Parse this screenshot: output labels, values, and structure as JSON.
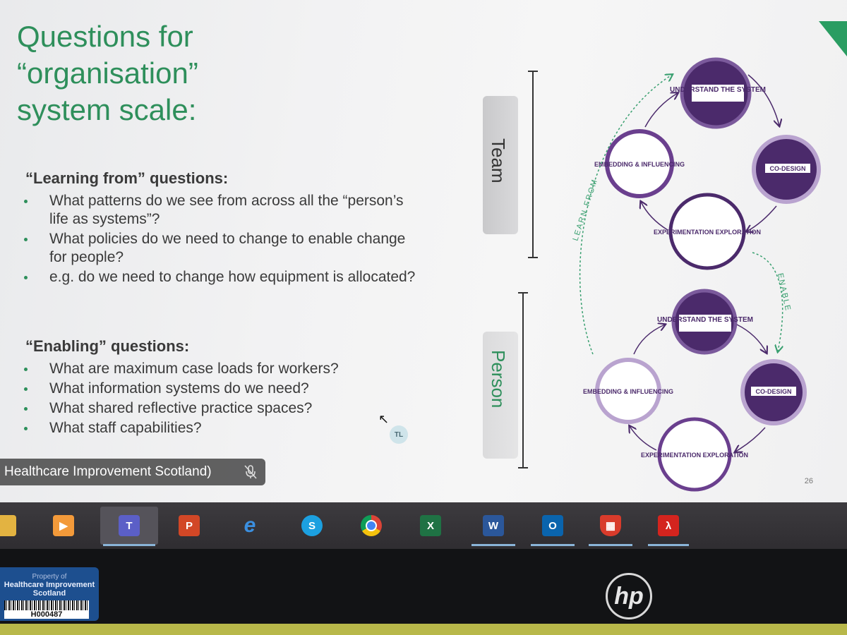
{
  "slide": {
    "title_lines": [
      "Questions for",
      "“organisation”",
      "system scale:"
    ],
    "learning_heading": "“Learning from” questions:",
    "learning_items": [
      "What patterns do we see from across all the “person’s life as systems”?",
      "What policies do we need to change to enable change for people?",
      "e.g. do we need to change how equipment is allocated?"
    ],
    "enabling_heading": "“Enabling” questions:",
    "enabling_items": [
      "What are maximum case loads for workers?",
      "What information systems do we need?",
      "What shared reflective practice spaces?",
      "What staff capabilities?"
    ],
    "scale_team": "Team",
    "scale_person": "Person",
    "slide_number": "26"
  },
  "diagram": {
    "nodes": [
      "UNDERSTAND THE SYSTEM",
      "CO-DESIGN",
      "EXPERIMENTATION EXPLORATION",
      "EMBEDDING & INFLUENCING"
    ],
    "learn_from": "LEARN FROM",
    "enable": "ENABLE",
    "colors": {
      "dark": "#4b2a6b",
      "mid": "#7b5a9c",
      "light": "#b9a3cf",
      "ring": "#6a3f8e"
    }
  },
  "meeting": {
    "presenter_label": "Healthcare Improvement Scotland)",
    "avatar_initials": "TL"
  },
  "taskbar": {
    "apps": [
      "file-explorer",
      "media-player",
      "teams",
      "powerpoint",
      "internet-explorer",
      "skype",
      "chrome",
      "excel",
      "word",
      "outlook",
      "security",
      "acrobat"
    ],
    "active": "teams"
  },
  "hardware": {
    "brand": "hp",
    "asset_sticker": [
      "Property of",
      "Healthcare Improvement",
      "Scotland"
    ],
    "asset_code": "H000487"
  }
}
